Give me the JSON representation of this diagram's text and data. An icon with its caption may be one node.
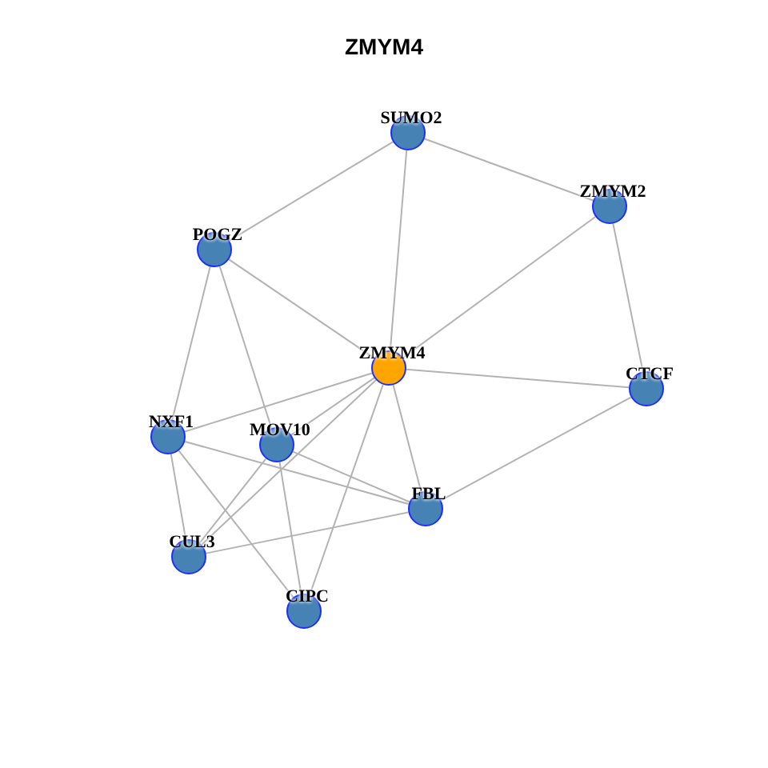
{
  "diagram": {
    "title": "ZMYM4",
    "nodes": [
      {
        "text": [
          "SUMO2"
        ]
      },
      {
        "text": [
          "ZMYM2"
        ]
      },
      {
        "text": [
          "POGZ"
        ]
      },
      {
        "text": [
          "ZMYM4"
        ]
      },
      {
        "text": [
          "CTCF"
        ]
      },
      {
        "text": [
          "NXF1"
        ]
      },
      {
        "text": [
          "MOV10"
        ]
      },
      {
        "text": [
          "FBL"
        ]
      },
      {
        "text": [
          "CUL3"
        ]
      },
      {
        "text": [
          "CIPC"
        ]
      }
    ],
    "edges": [
      {
        "from": 0,
        "to": 1,
        "arrow": "none"
      },
      {
        "from": 0,
        "to": 2,
        "arrow": "none"
      },
      {
        "from": 0,
        "to": 3,
        "arrow": "none"
      },
      {
        "from": 1,
        "to": 3,
        "arrow": "none"
      },
      {
        "from": 1,
        "to": 4,
        "arrow": "none"
      },
      {
        "from": 2,
        "to": 3,
        "arrow": "none"
      },
      {
        "from": 2,
        "to": 5,
        "arrow": "none"
      },
      {
        "from": 2,
        "to": 6,
        "arrow": "none"
      },
      {
        "from": 3,
        "to": 4,
        "arrow": "none"
      },
      {
        "from": 3,
        "to": 5,
        "arrow": "none"
      },
      {
        "from": 3,
        "to": 6,
        "arrow": "none"
      },
      {
        "from": 3,
        "to": 8,
        "arrow": "none"
      },
      {
        "from": 3,
        "to": 7,
        "arrow": "none"
      },
      {
        "from": 3,
        "to": 9,
        "arrow": "none"
      },
      {
        "from": 4,
        "to": 7,
        "arrow": "none"
      },
      {
        "from": 5,
        "to": 7,
        "arrow": "none"
      },
      {
        "from": 5,
        "to": 8,
        "arrow": "none"
      },
      {
        "from": 5,
        "to": 9,
        "arrow": "none"
      },
      {
        "from": 6,
        "to": 7,
        "arrow": "none"
      },
      {
        "from": 6,
        "to": 8,
        "arrow": "none"
      },
      {
        "from": 6,
        "to": 9,
        "arrow": "none"
      },
      {
        "from": 8,
        "to": 7,
        "arrow": "none"
      }
    ]
  }
}
